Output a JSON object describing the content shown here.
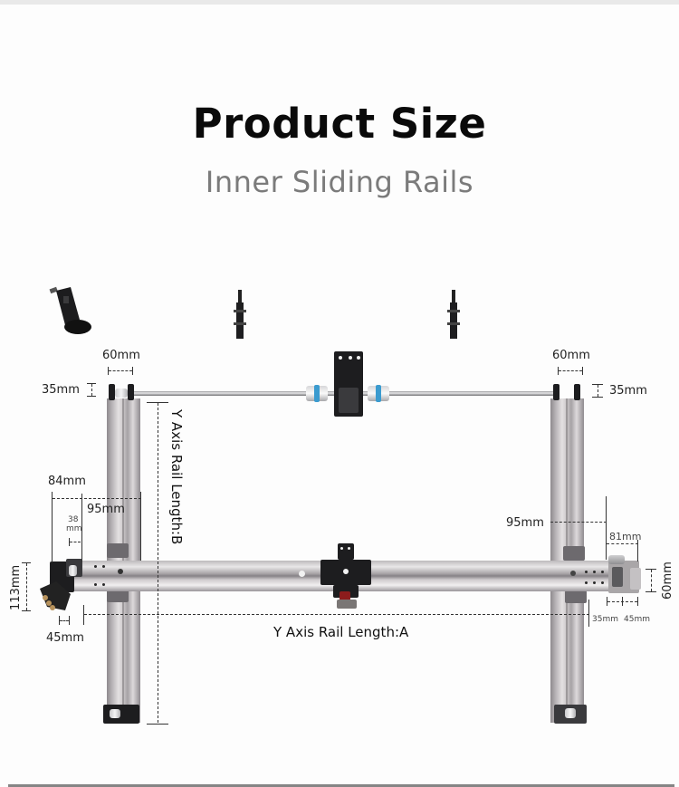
{
  "header": {
    "title": "Product Size",
    "subtitle": "Inner Sliding Rails"
  },
  "diagram": {
    "type": "product-dimension-diagram",
    "subject": "laser engraver XY inner sliding rail kit",
    "parts": [
      "mirror-mount-bracket",
      "limit-switch-left",
      "limit-switch-right",
      "y-axis-rail-left",
      "y-axis-rail-right",
      "x-axis-rail",
      "y-drive-shaft",
      "stepper-motor-mount",
      "shaft-coupler-left",
      "shaft-coupler-right",
      "laser-head-carriage",
      "x-axis-left-end-mount",
      "x-axis-right-end-mount"
    ],
    "dimensions": {
      "top_left_width": "60mm",
      "top_left_height": "35mm",
      "top_right_width": "60mm",
      "top_right_height": "35mm",
      "left_offset_84": "84mm",
      "left_offset_95": "95mm",
      "left_offset_38_line1": "38",
      "left_offset_38_line2": "mm",
      "left_height_113": "113mm",
      "left_bottom_45": "45mm",
      "right_offset_95": "95mm",
      "right_offset_81": "81mm",
      "right_height_60": "60mm",
      "right_bottom_35": "35mm",
      "right_bottom_45": "45mm",
      "rail_length_b": "Y Axis Rail Length:B",
      "rail_length_a": "Y Axis Rail Length:A"
    },
    "colors": {
      "title": "#0a0a0a",
      "subtitle": "#7b7b7b",
      "coupler_accent": "#3b9bcf",
      "rail": "#c9c5c7",
      "bottom_rule": "#858585"
    }
  }
}
